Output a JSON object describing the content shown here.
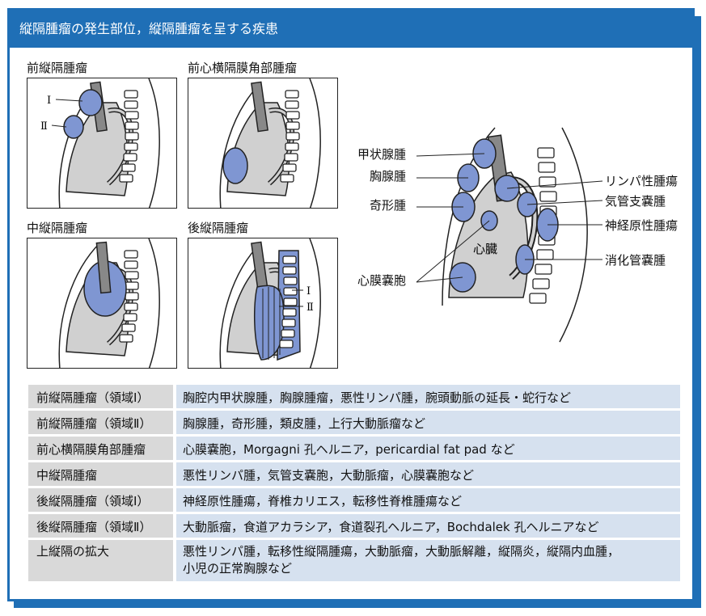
{
  "header": {
    "title": "縦隔腫瘤の発生部位，縦隔腫瘤を呈する疾患"
  },
  "panels": {
    "anterior": {
      "title": "前縦隔腫瘤",
      "region1": "Ⅰ",
      "region2": "Ⅱ"
    },
    "cardiophrenic": {
      "title": "前心横隔膜角部腫瘤"
    },
    "middle": {
      "title": "中縦隔腫瘤"
    },
    "posterior": {
      "title": "後縦隔腫瘤",
      "region1": "Ⅰ",
      "region2": "Ⅱ"
    }
  },
  "main_diagram": {
    "heart_label": "心臓",
    "left_callouts": [
      "甲状腺腫",
      "胸腺腫",
      "奇形腫",
      "心膜嚢胞"
    ],
    "right_callouts": [
      "リンパ性腫瘍",
      "気管支嚢腫",
      "神経原性腫瘍",
      "消化管嚢腫"
    ]
  },
  "colors": {
    "accent": "#1f6fb6",
    "mass": "#7f96d2",
    "tissue": "#d0d0d0",
    "row_key": "#d9d9d9",
    "row_value": "#d6e1ef"
  },
  "table": {
    "rows": [
      {
        "key": "前縦隔腫瘤（領域Ⅰ）",
        "value": "胸腔内甲状腺腫，胸腺腫瘤，悪性リンパ腫，腕頭動脈の延長・蛇行など"
      },
      {
        "key": "前縦隔腫瘤（領域Ⅱ）",
        "value": "胸腺腫，奇形腫，類皮腫，上行大動脈瘤など"
      },
      {
        "key": "前心横隔膜角部腫瘤",
        "value": "心膜嚢胞，Morgagni 孔ヘルニア，pericardial fat pad など"
      },
      {
        "key": "中縦隔腫瘤",
        "value": "悪性リンパ腫，気管支嚢胞，大動脈瘤，心膜嚢胞など"
      },
      {
        "key": "後縦隔腫瘤（領域Ⅰ）",
        "value": "神経原性腫瘍，脊椎カリエス，転移性脊椎腫瘍など"
      },
      {
        "key": "後縦隔腫瘤（領域Ⅱ）",
        "value": "大動脈瘤，食道アカラシア，食道裂孔ヘルニア，Bochdalek 孔ヘルニアなど"
      },
      {
        "key": "上縦隔の拡大",
        "value_line1": "悪性リンパ腫，転移性縦隔腫瘍，大動脈瘤，大動脈解離，縦隔炎，縦隔内血腫，",
        "value_line2": "小児の正常胸腺など"
      }
    ]
  }
}
